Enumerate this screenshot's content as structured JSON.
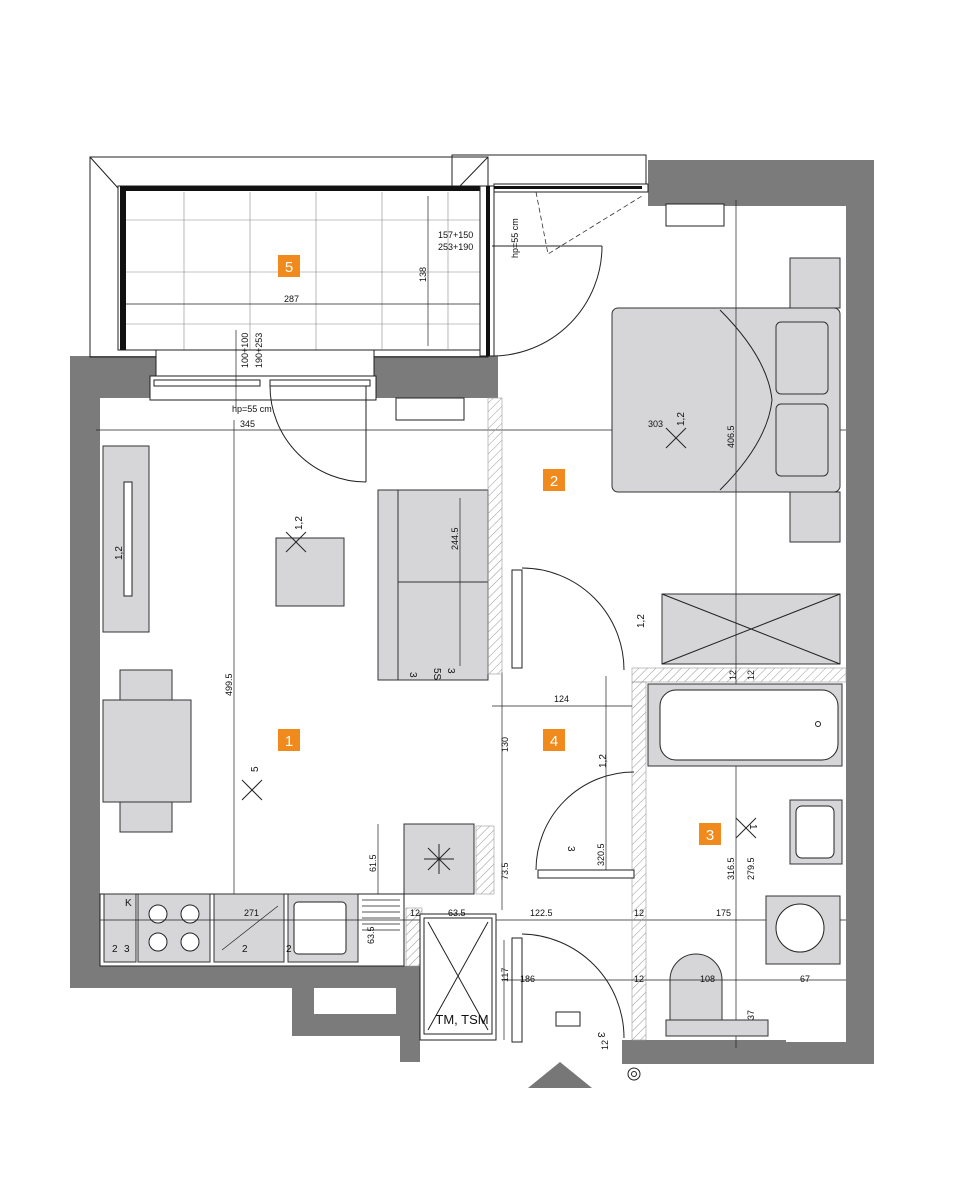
{
  "rooms": [
    {
      "id": "room-1",
      "number": "1"
    },
    {
      "id": "room-2",
      "number": "2"
    },
    {
      "id": "room-3",
      "number": "3"
    },
    {
      "id": "room-4",
      "number": "4"
    },
    {
      "id": "room-5",
      "number": "5"
    }
  ],
  "labels": {
    "meter_cabinet": "TM, TSM",
    "balcony_window_1": "157+150",
    "balcony_window_2": "253+190",
    "hp_balcony": "hp=55 cm",
    "hp_living": "hp=55 cm",
    "window_sizes_1": "100+100",
    "window_sizes_2": "190+253"
  },
  "dimensions": {
    "balcony_width": "287",
    "balcony_depth": "138",
    "living_width": "345",
    "bedroom_width": "303",
    "bedroom_depth": "406.5",
    "sofa_length": "244.5",
    "living_depth": "499.5",
    "hall_width": "124",
    "hall_depth": "130",
    "kitchen_61": "61.5",
    "kitchen_73": "73.5",
    "bath_320": "320.5",
    "bath_316": "316.5",
    "bath_279": "279.5",
    "counter_271": "271",
    "cab_63": "63.5",
    "cab_63b": "63.5",
    "d122": "122.5",
    "d175": "175",
    "d186": "186",
    "d117": "117",
    "d108": "108",
    "d67": "67",
    "d37": "37",
    "d12a": "12",
    "d12b": "12",
    "d12c": "12",
    "d12d": "12",
    "d12e": "12",
    "d12f": "12"
  },
  "symbols": {
    "s_12_tv": "1,2",
    "s_12_living": "1,2",
    "s_12_bed": "1,2",
    "s_12_hall": "1,2",
    "s_12_sofa": "1,2",
    "s_5": "5",
    "s_5s": "5S",
    "s_3": "3",
    "s_3b": "3",
    "s_3c": "3",
    "s_1": "1",
    "s_k": "K",
    "s_2": "2",
    "s_3k": "3",
    "s_2k": "2",
    "s_2c": "2",
    "s_3sofa": "3"
  },
  "colors": {
    "wall": "#7b7b7b",
    "furniture": "#d6d6d8",
    "room_badge": "#f08a1c"
  }
}
